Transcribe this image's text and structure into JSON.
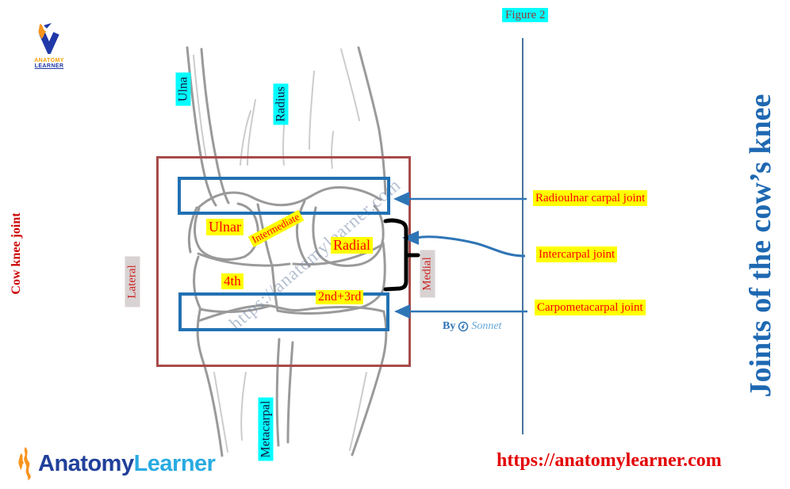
{
  "figure": {
    "label": "Figure 2"
  },
  "header_logo": {
    "brand_top": "ANATOMY",
    "brand_bottom": "LEARNER"
  },
  "side": {
    "left_caption": "Cow knee joint",
    "right_title": "Joints of the cow’s knee"
  },
  "anatomy_labels": {
    "ulna": "Ulna",
    "radius": "Radius",
    "metacarpal": "Metacarpal",
    "ulnar": "Ulnar",
    "intermediate": "Intermediate",
    "radial": "Radial",
    "fourth": "4th",
    "second_third": "2nd+3rd",
    "lateral": "Lateral",
    "medial": "Medial"
  },
  "joint_callouts": [
    {
      "label": "Radioulnar carpal joint"
    },
    {
      "label": "Intercarpal joint"
    },
    {
      "label": "Carpometacarpal joint"
    }
  ],
  "watermark": {
    "diagonal_url": "https://anatomylearner.com",
    "by": "By",
    "author": "Sonnet"
  },
  "footer": {
    "logo_part1": "Anatomy",
    "logo_part2": "Learner",
    "site_url": "https://anatomylearner.com"
  },
  "colors": {
    "callout_bg": "#FFFF00",
    "callout_text": "#FF0000",
    "cyan_bg": "#00FFFF",
    "figure_text": "#953735",
    "frame_red": "#A84B4B",
    "frame_blue": "#2271B3",
    "arrow_blue": "#2E75B6",
    "title_blue": "#1E68B2",
    "url_red": "#E30000",
    "logo_dark_blue": "#20409A",
    "logo_light_blue": "#29ABE2",
    "logo_orange": "#F7941D"
  }
}
